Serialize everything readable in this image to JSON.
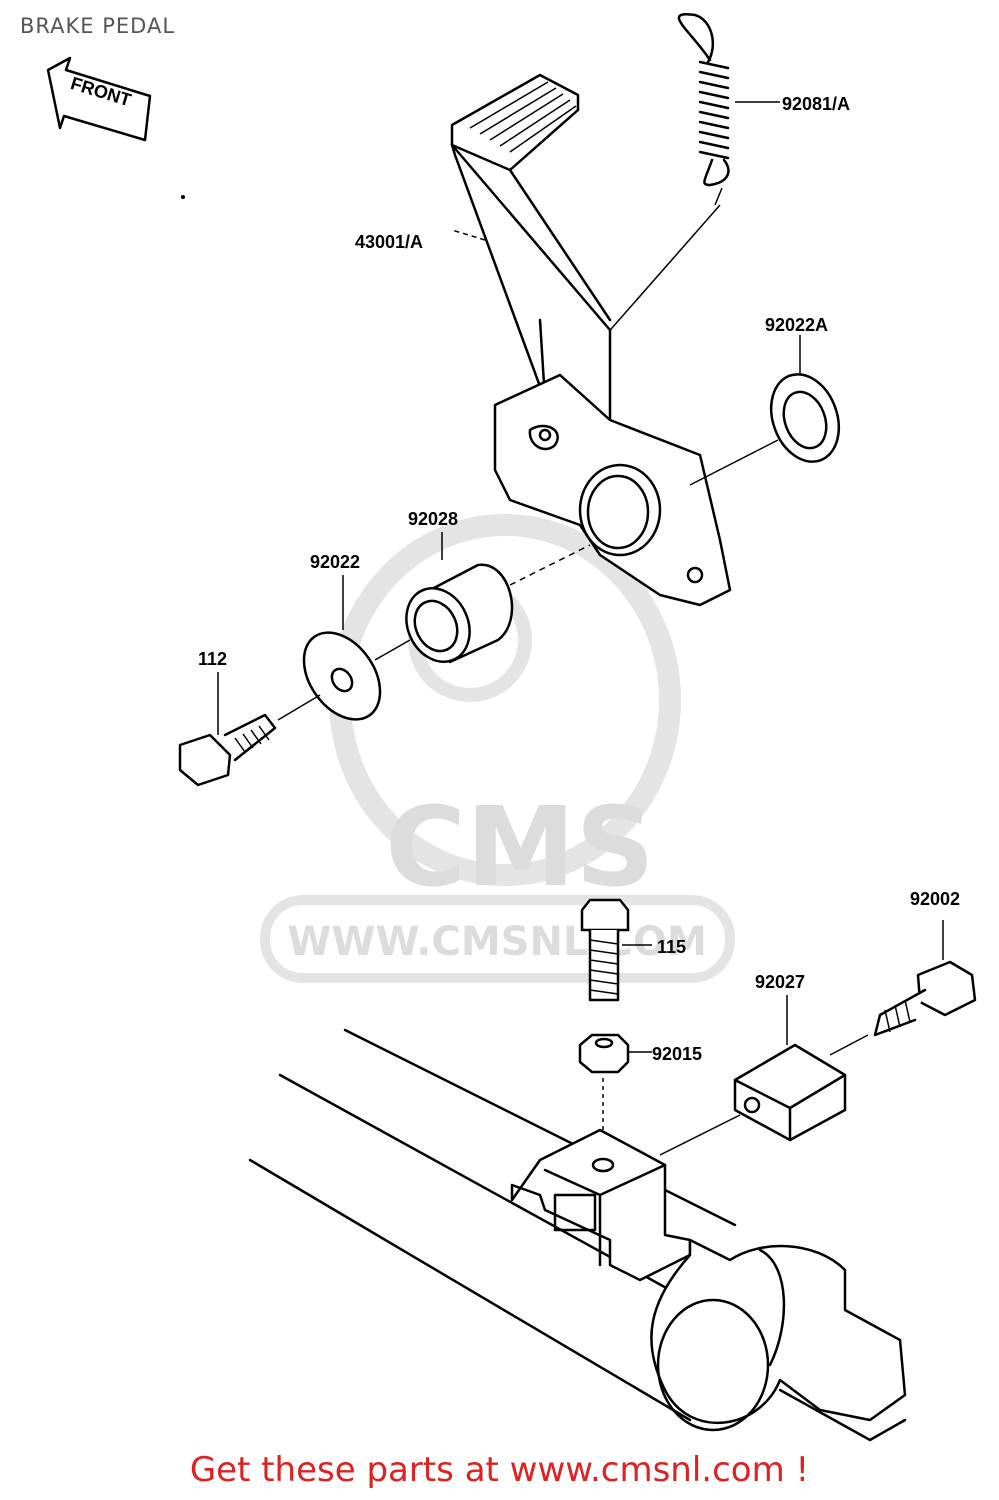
{
  "title": "BRAKE PEDAL",
  "front_arrow": "FRONT",
  "watermark": {
    "brand": "CMS",
    "url": "WWW.CMSNL.COM"
  },
  "parts": [
    {
      "id": "92081_A",
      "label": "92081/A"
    },
    {
      "id": "43001_A",
      "label": "43001/A"
    },
    {
      "id": "92022A",
      "label": "92022A"
    },
    {
      "id": "92028",
      "label": "92028"
    },
    {
      "id": "92022",
      "label": "92022"
    },
    {
      "id": "112",
      "label": "112"
    },
    {
      "id": "115",
      "label": "115"
    },
    {
      "id": "92015",
      "label": "92015"
    },
    {
      "id": "92002",
      "label": "92002"
    },
    {
      "id": "92027",
      "label": "92027"
    }
  ],
  "footer": "Get these parts at www.cmsnl.com !"
}
